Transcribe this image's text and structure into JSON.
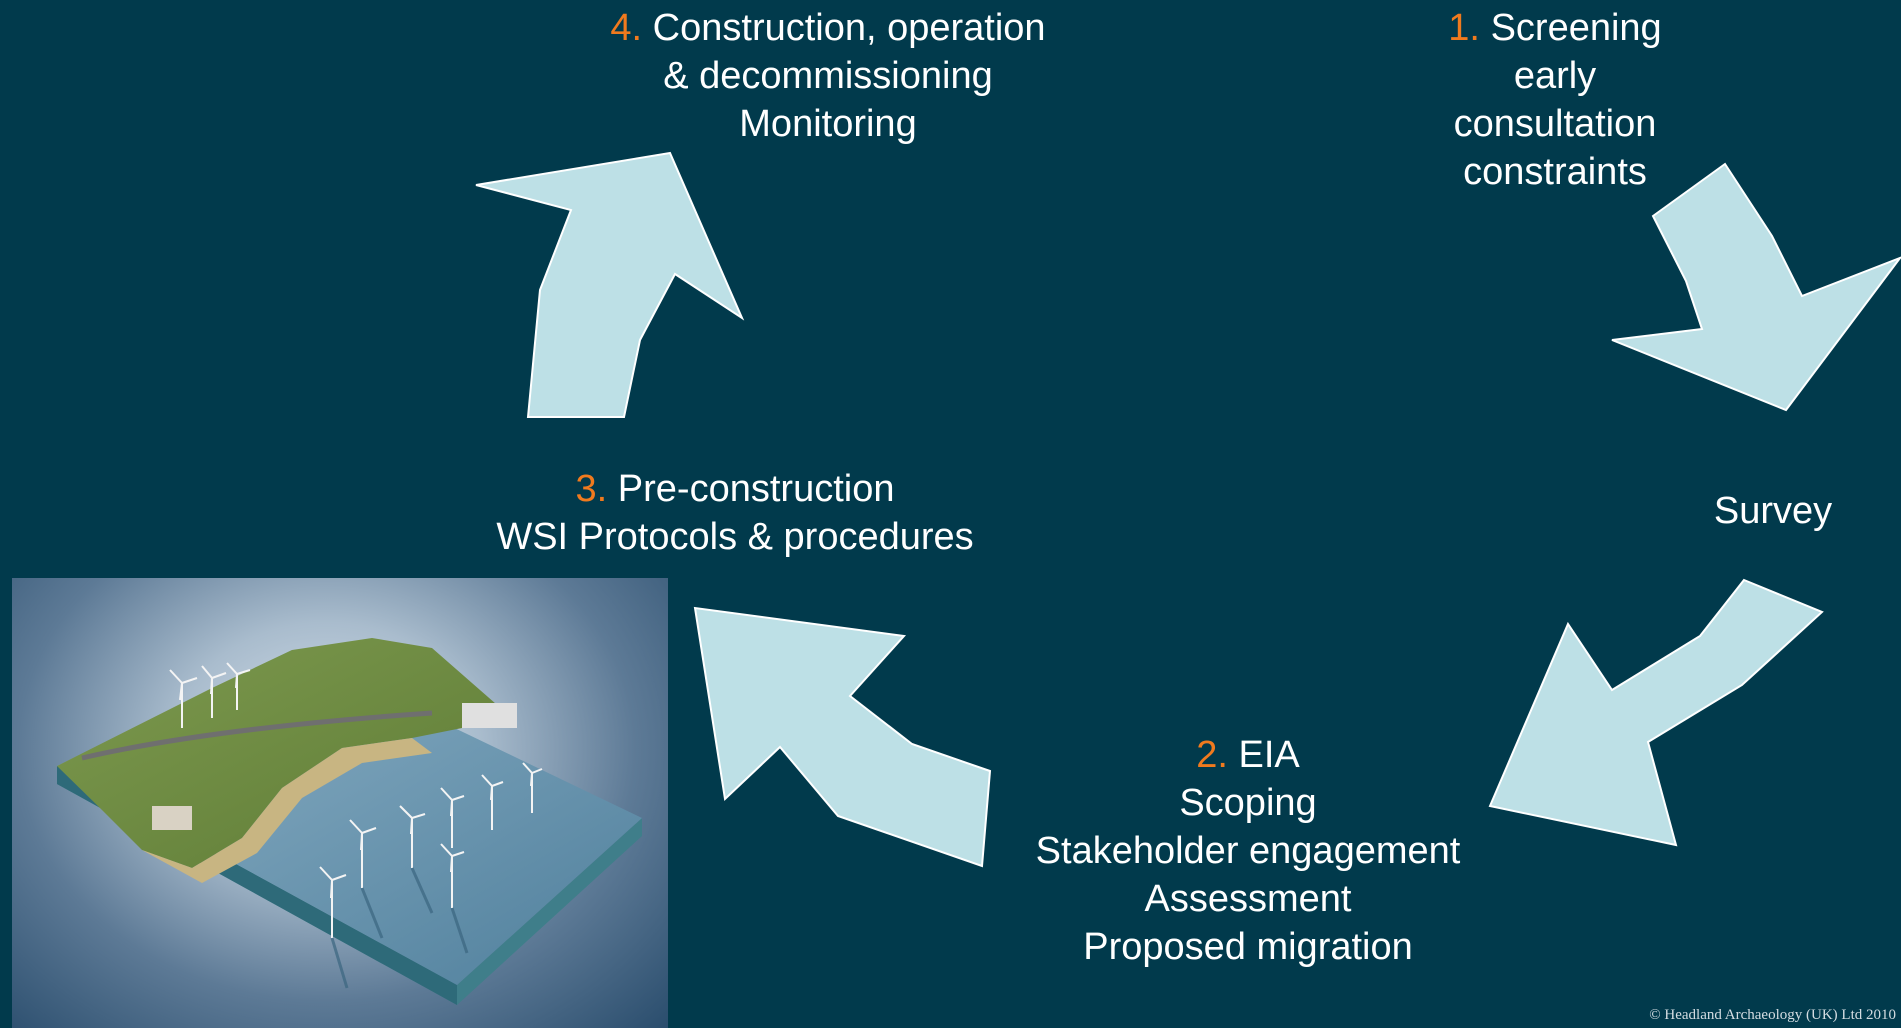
{
  "diagram": {
    "steps": {
      "construction": {
        "number": "4.",
        "lines": [
          "Construction, operation",
          "& decommissioning",
          "Monitoring"
        ]
      },
      "screening": {
        "number": "1.",
        "lines": [
          "Screening",
          "early",
          "consultation",
          "constraints"
        ]
      },
      "pre_construction": {
        "number": "3.",
        "lines": [
          "Pre-construction",
          "WSI Protocols & procedures"
        ]
      },
      "survey": {
        "lines": [
          "Survey"
        ]
      },
      "eia": {
        "number": "2.",
        "lines": [
          "EIA",
          "Scoping",
          "Stakeholder engagement",
          "Assessment",
          "Proposed migration"
        ]
      }
    },
    "colors": {
      "background": "#013a4c",
      "arrow": "#bde0e6",
      "number": "#f07a1e",
      "text": "#ffffff"
    }
  },
  "illustration": {
    "subject": "offshore-wind-farm-landscape-illustration"
  },
  "copyright": "© Headland Archaeology (UK) Ltd 2010"
}
